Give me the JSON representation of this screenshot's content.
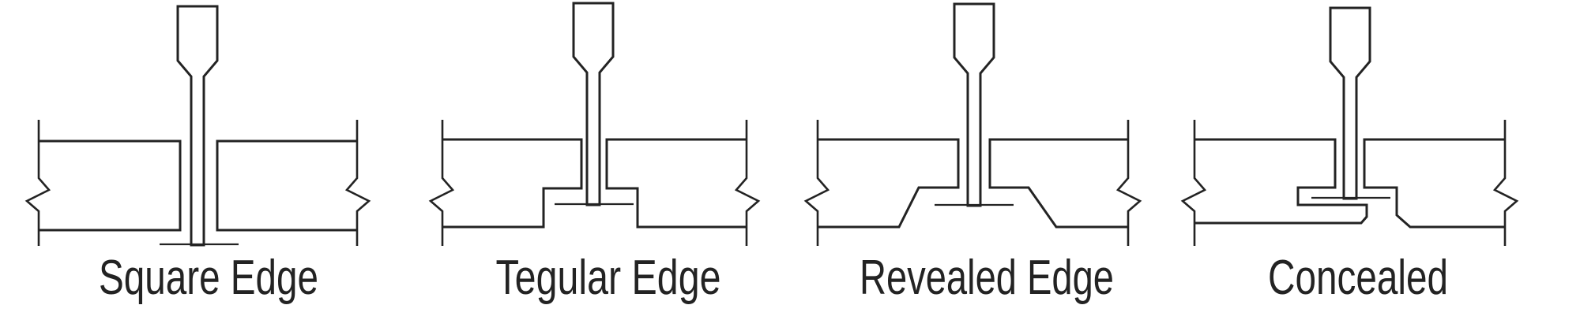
{
  "page": {
    "background_color": "#ffffff",
    "line_color": "#232323",
    "text_color": "#1c1c1c"
  },
  "figure": {
    "kind": "ceiling-tile-edge-profile-sections",
    "component_names": [
      "suspension-tee-runner",
      "tee-flange",
      "ceiling-tile-left",
      "ceiling-tile-right",
      "break-line"
    ]
  },
  "diagrams": [
    {
      "id": "square-edge",
      "label": "Square Edge"
    },
    {
      "id": "tegular-edge",
      "label": "Tegular Edge"
    },
    {
      "id": "revealed-edge",
      "label": "Revealed Edge"
    },
    {
      "id": "concealed",
      "label": "Concealed"
    }
  ]
}
